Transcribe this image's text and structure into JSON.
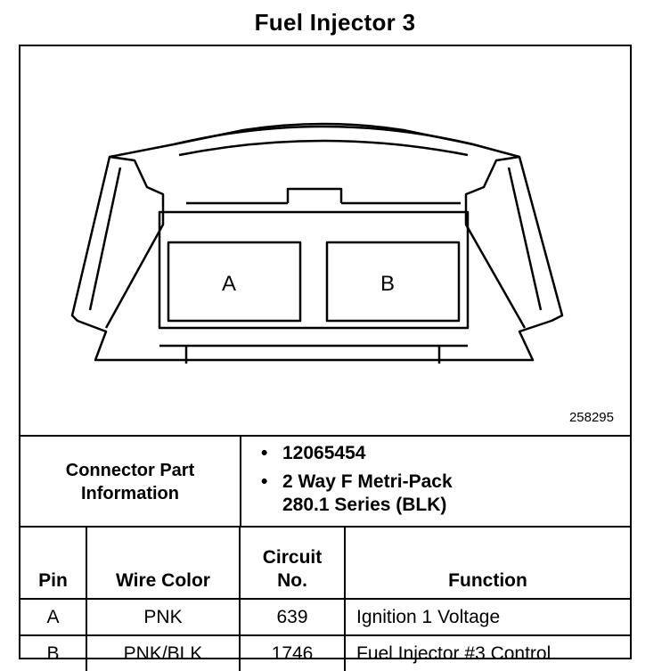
{
  "title": "Fuel Injector 3",
  "diagram": {
    "cavity_labels": [
      "A",
      "B"
    ],
    "figure_id": "258295"
  },
  "connector_part_info": {
    "label_line1": "Connector Part",
    "label_line2": "Information",
    "bullet": "•",
    "items": [
      {
        "lines": [
          "12065454"
        ]
      },
      {
        "lines": [
          "2 Way F Metri-Pack",
          "280.1 Series (BLK)"
        ]
      }
    ]
  },
  "pin_table": {
    "headers": {
      "pin": "Pin",
      "wire_color": "Wire Color",
      "circuit_line1": "Circuit",
      "circuit_line2": "No.",
      "function": "Function"
    },
    "rows": [
      {
        "pin": "A",
        "wire_color": "PNK",
        "circuit": "639",
        "function": "Ignition 1 Voltage"
      },
      {
        "pin": "B",
        "wire_color": "PNK/BLK",
        "circuit": "1746",
        "function": "Fuel Injector #3 Control"
      }
    ]
  }
}
